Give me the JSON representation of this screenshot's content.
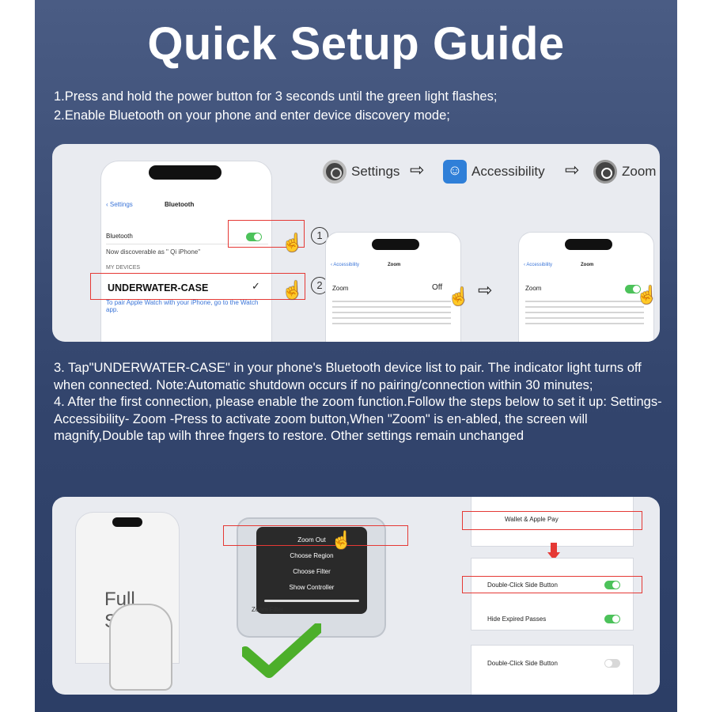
{
  "title": "Quick Setup Guide",
  "steps": {
    "step1": "1.Press and hold the power button for 3 seconds until the green light flashes;",
    "step2": "2.Enable Bluetooth on your phone and enter device discovery mode;",
    "step3": "3. Tap\"UNDERWATER-CASE\" in your phone's Bluetooth device list to pair. The indicator light turns off when connected.  Note:Automatic shutdown occurs if no pairing/connection within 30 minutes;",
    "step4": "4. After the first connection, please enable the zoom function.Follow the steps below to set it up: Settings- Accessibility- Zoom -Press to activate zoom button,When \"Zoom\" is en-abled, the screen will magnify,Double tap wilh three fngers to restore.   Other settings remain unchanged"
  },
  "path": {
    "settings": "Settings",
    "accessibility": "Accessibility",
    "zoom": "Zoom"
  },
  "bluetooth_screen": {
    "back": "Settings",
    "title": "Bluetooth",
    "bluetooth_row": "Bluetooth",
    "discoverable": "Now discoverable as \" Qi iPhone\"",
    "my_devices": "MY DEVICES",
    "device_name": "UNDERWATER-CASE",
    "watch_hint": "To pair Apple Watch with your iPhone, go to the Watch app.",
    "marker1": "1",
    "marker2": "2"
  },
  "zoom_screen_off": {
    "back": "Accessibility",
    "title": "Zoom",
    "row": "Zoom",
    "state": "Off"
  },
  "zoom_screen_on": {
    "back": "Accessibility",
    "title": "Zoom",
    "row": "Zoom"
  },
  "bottom": {
    "full_screen": "Full Scre",
    "menu": [
      "Zoom Out",
      "Choose Region",
      "Choose Filter",
      "Show Controller"
    ],
    "zoom_filter": "Zoom Filter",
    "wallet": "Wallet & Apple Pay",
    "double_click_1": "Double-Click Side Button",
    "hide_expired": "Hide Expired Passes",
    "double_click_2": "Double-Click Side Button"
  },
  "colors": {
    "poster_bg": "#3b4d76",
    "panel_bg": "#e9ebf0",
    "toggle_on": "#4cc25a",
    "highlight": "#e53935",
    "check": "#4caf2a"
  }
}
